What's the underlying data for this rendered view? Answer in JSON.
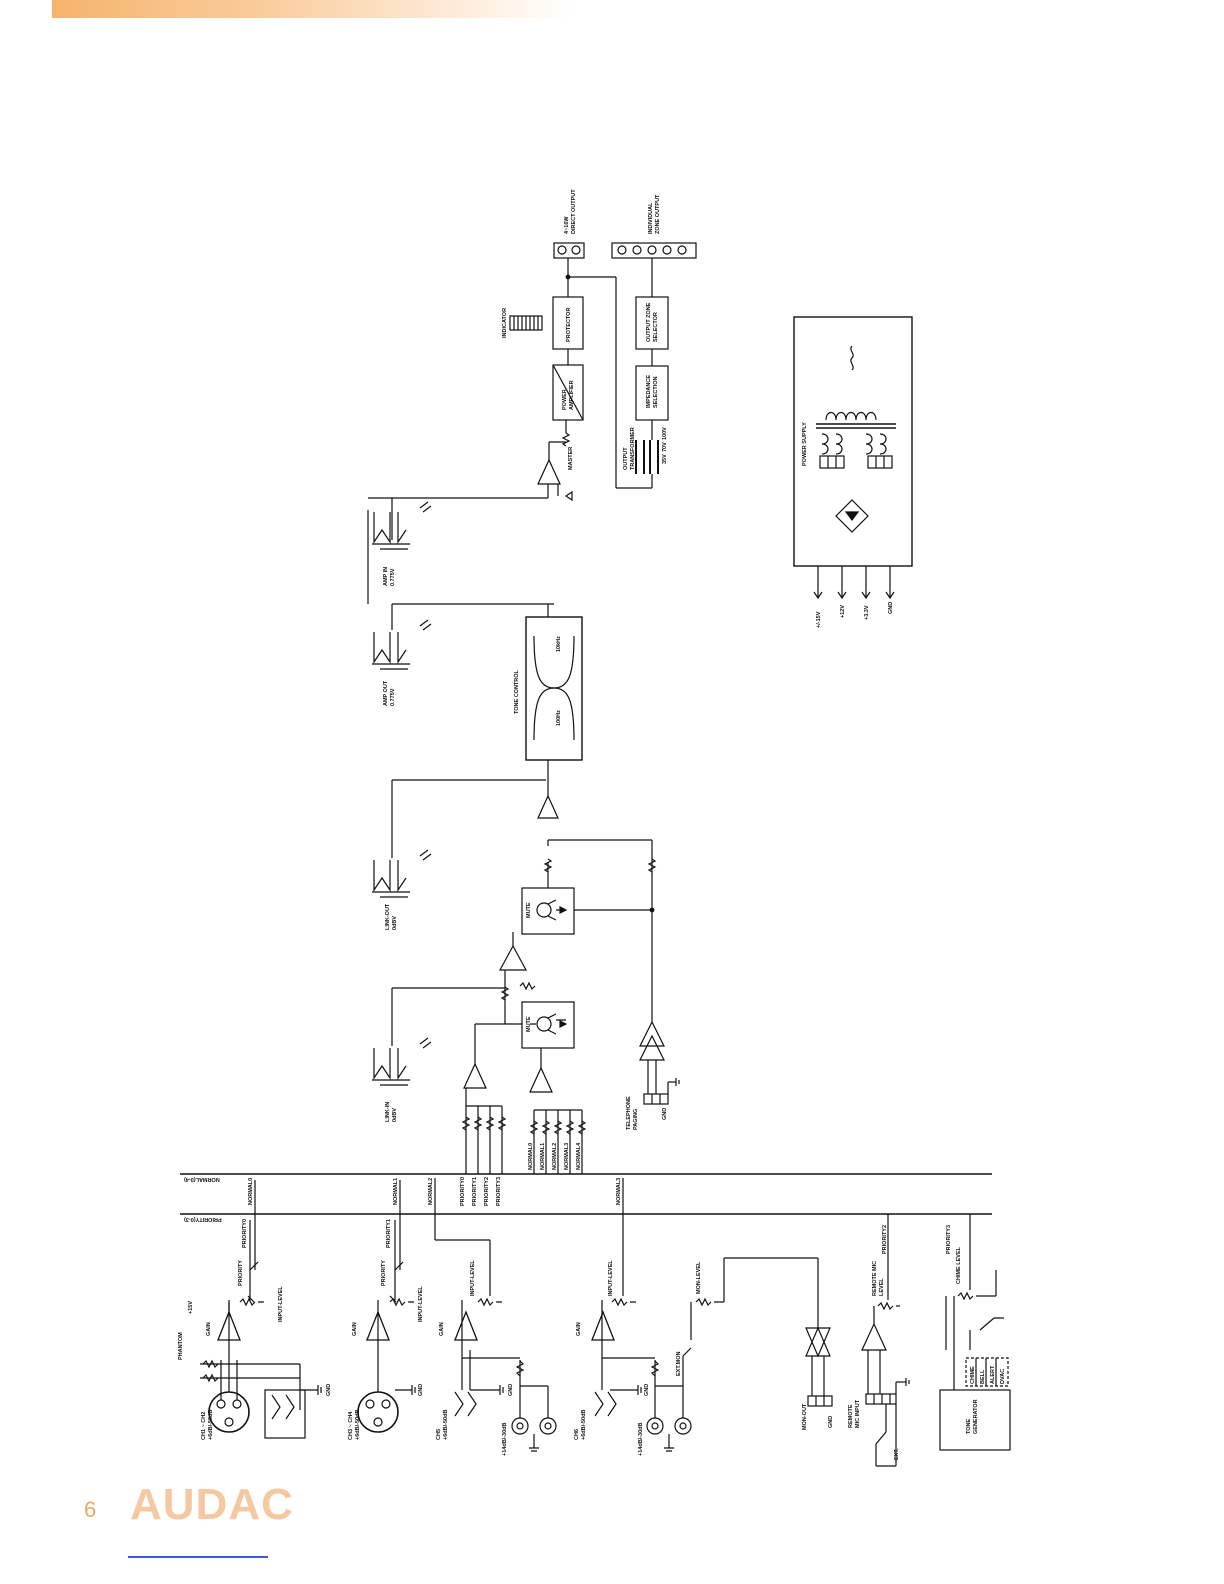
{
  "page": {
    "number": "6",
    "brand": "AUDAC"
  },
  "diagram": {
    "bus": {
      "top": "NORMAL(0-4)",
      "bottom": "PRIORITY(0-3)"
    },
    "inputs": {
      "ch1": [
        "CH1 ~ CH2",
        "+6dB/-50dB"
      ],
      "ch3": [
        "CH3 ~ CH4",
        "+6dB/-50dB"
      ],
      "ch5": [
        "CH5",
        "+6dB/-50dB"
      ],
      "ch5b": "+14dB/-30dB",
      "ch6": [
        "CH6",
        "+6dB/-50dB"
      ],
      "ch6b": "+14dB/-30dB",
      "phantom": "PHANTOM",
      "plus15": "+15V",
      "gnd": "GND",
      "gain": "GAIN",
      "input_level": "INPUT-LEVEL",
      "priority": "PRIORITY",
      "extmon": "EXT.MON",
      "mon_level": "MON-LEVEL",
      "mon_out": "MON-OUT",
      "remote_mic_input": [
        "REMOTE",
        "MIC INPUT"
      ],
      "remote_mic_level": [
        "REMOTE MIC",
        "LEVEL"
      ],
      "chime_level": "CHIME LEVEL",
      "tone_gen": [
        "TONE",
        "GENERATOR"
      ],
      "chime_options": [
        "CHIME",
        "BELL",
        "ALERT",
        "DVAC"
      ],
      "ext": "EXT."
    },
    "bus_labels": {
      "normal": [
        "NORMAL0",
        "NORMAL1",
        "NORMAL2",
        "NORMAL3"
      ],
      "priority": [
        "PRIORITY0",
        "PRIORITY1",
        "PRIORITY2",
        "PRIORITY3"
      ],
      "pr_sum": [
        "PRIORITY0",
        "PRIORITY1",
        "PRIORITY2",
        "PRIORITY3"
      ],
      "nr_sum": [
        "NORMAL0",
        "NORMAL1",
        "NORMAL2",
        "NORMAL3",
        "NORMAL4"
      ]
    },
    "middle": {
      "link_in": [
        "LINK-IN",
        "0dBV"
      ],
      "link_out": [
        "LINK-OUT",
        "0dBV"
      ],
      "mute": "MUTE",
      "telephone": [
        "TELEPHONE",
        "PAGING"
      ],
      "tone_control": "TONE CONTROL",
      "bass": "100Hz",
      "treble": "10kHz",
      "amp_out": [
        "AMP OUT",
        "0.775V"
      ],
      "amp_in": [
        "AMP IN",
        "0.775V"
      ]
    },
    "output": {
      "master": "MASTER",
      "power_amp": [
        "POWER",
        "AMPLIFIER"
      ],
      "protector": "PROTECTOR",
      "indicator": "INDICATOR",
      "direct_out": [
        "4~16W",
        "DIRECT OUTPUT"
      ],
      "zone_out": [
        "INDIVIDUAL",
        "ZONE OUTPUT"
      ],
      "output_transformer": [
        "OUTPUT",
        "TRANSFORMER"
      ],
      "taps": [
        "100V",
        "70V",
        "35V"
      ],
      "impedance": [
        "IMPEDANCE",
        "SELECTION"
      ],
      "zone_selector": [
        "OUTPUT ZONE",
        "SELECTOR"
      ]
    },
    "power": {
      "title": "POWER SUPPLY",
      "rails": [
        "+/-15V",
        "+12V",
        "+3.3V",
        "GND"
      ]
    }
  }
}
